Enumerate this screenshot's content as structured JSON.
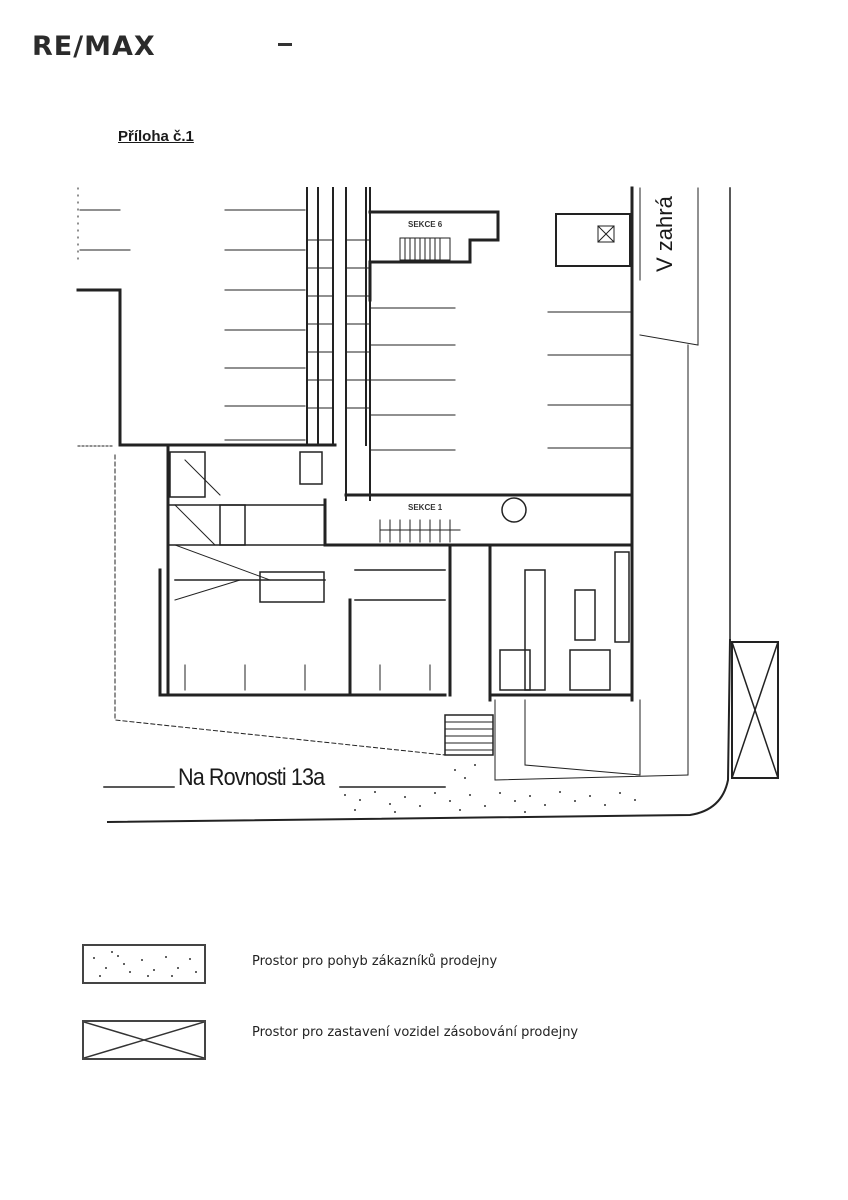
{
  "header": {
    "logo_text": "RE/MAX"
  },
  "document": {
    "title": "Příloha č.1"
  },
  "plan": {
    "street_bottom": "Na Rovnosti 13a",
    "street_right": "V zahrá",
    "section_label_top": "SEKCE 6",
    "section_label_middle": "SEKCE 1"
  },
  "legend": [
    {
      "pattern": "dotted-area",
      "label": "Prostor pro pohyb zákazníků prodejny"
    },
    {
      "pattern": "crossed-box",
      "label": "Prostor pro zastavení vozidel zásobování prodejny"
    }
  ]
}
